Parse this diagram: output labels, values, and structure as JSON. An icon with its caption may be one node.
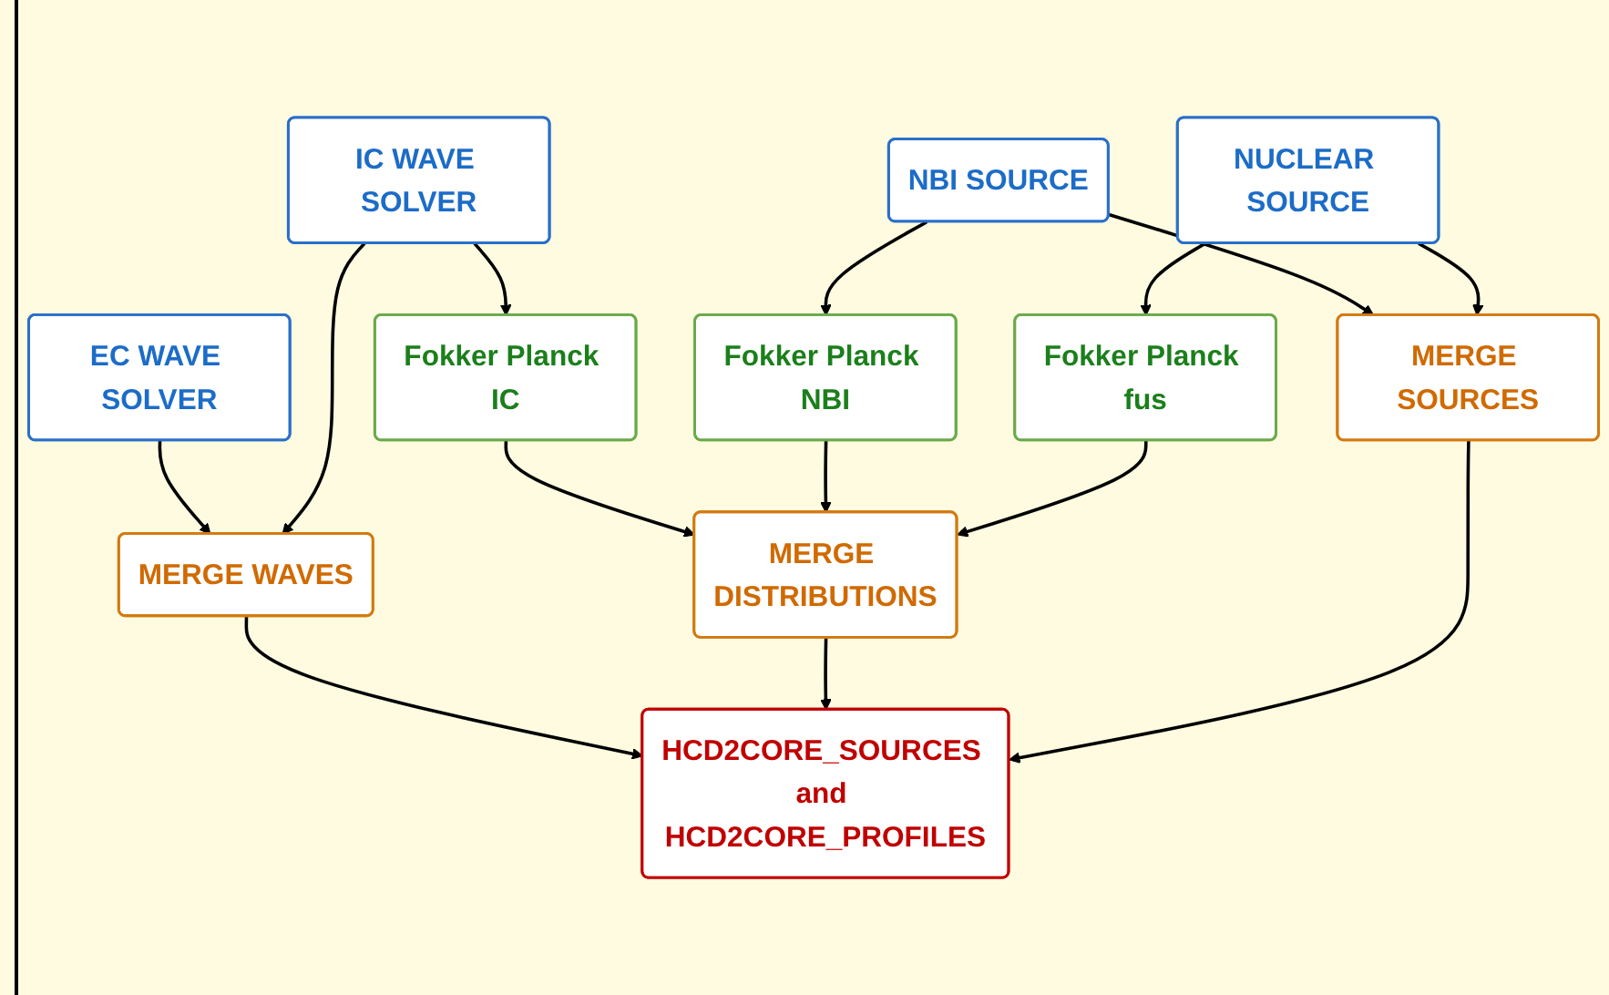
{
  "diagram": {
    "nodes": [
      {
        "text": [
          "EC WAVE SOLVER"
        ]
      },
      {
        "text": [
          "IC WAVE SOLVER"
        ]
      },
      {
        "text": [
          "NBI SOURCE"
        ]
      },
      {
        "text": [
          "NUCLEAR SOURCE"
        ]
      },
      {
        "text": [
          "Fokker Planck IC"
        ]
      },
      {
        "text": [
          "Fokker Planck NBI"
        ]
      },
      {
        "text": [
          "Fokker Planck fus"
        ]
      },
      {
        "text": [
          "MERGE WAVES"
        ]
      },
      {
        "text": [
          "MERGE DISTRIBUTIONS"
        ]
      },
      {
        "text": [
          "MERGE SOURCES"
        ]
      },
      {
        "text": [
          "HCD2CORE_SOURCES and HCD2CORE_PROFILES"
        ]
      }
    ],
    "edges": [
      {
        "from": 0,
        "to": 7,
        "arrow": "to"
      },
      {
        "from": 1,
        "to": 7,
        "arrow": "to"
      },
      {
        "from": 1,
        "to": 4,
        "arrow": "to"
      },
      {
        "from": 2,
        "to": 5,
        "arrow": "to"
      },
      {
        "from": 2,
        "to": 9,
        "arrow": "to"
      },
      {
        "from": 3,
        "to": 6,
        "arrow": "to"
      },
      {
        "from": 3,
        "to": 9,
        "arrow": "to"
      },
      {
        "from": 4,
        "to": 8,
        "arrow": "to"
      },
      {
        "from": 5,
        "to": 8,
        "arrow": "to"
      },
      {
        "from": 6,
        "to": 8,
        "arrow": "to"
      },
      {
        "from": 7,
        "to": 10,
        "arrow": "to"
      },
      {
        "from": 8,
        "to": 10,
        "arrow": "to"
      },
      {
        "from": 9,
        "to": 10,
        "arrow": "to"
      }
    ]
  }
}
